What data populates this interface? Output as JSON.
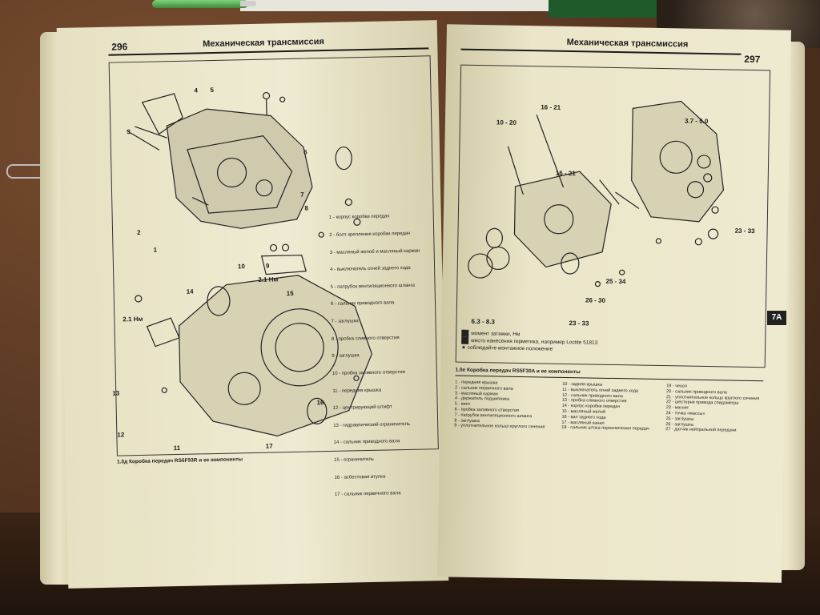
{
  "left_page": {
    "page_number": "296",
    "title": "Механическая трансмиссия",
    "figure_caption": "1.0д Коробка передач RS6F93R и ее компоненты",
    "torque_label_1": "2.1 Нм",
    "torque_label_2": "2.1 Нм",
    "callouts": [
      "1",
      "2",
      "3",
      "4",
      "5",
      "6",
      "7",
      "8",
      "9",
      "10",
      "11",
      "12",
      "13",
      "14",
      "15",
      "16",
      "17"
    ],
    "legend": [
      "1 - корпус коробки передач",
      "2 - болт крепления коробки передач",
      "3 - масляный желоб и масляный карман",
      "4 - выключатель огней заднего хода",
      "5 - патрубок вентиляционного шланга",
      "6 - сальник приводного вала",
      "7 - заглушка",
      "8 - пробка сливного отверстия",
      "9 - заглушка",
      "10 - пробка заливного отверстия",
      "11 - передняя крышка",
      "12 - центрирующий штифт",
      "13 - гидравлический ограничитель",
      "14 - сальник приводного вала",
      "15 - ограничитель",
      "16 - асбестовая втулка",
      "17 - сальник первичного вала"
    ]
  },
  "right_page": {
    "page_number": "297",
    "title": "Механическая трансмиссия",
    "tab": "7A",
    "torques": [
      "16 - 21",
      "10 - 20",
      "3.7 - 5.0",
      "16 - 21",
      "23 - 33",
      "25 - 34",
      "26 - 30",
      "23 - 33",
      "6.3 - 8.3"
    ],
    "symbol_legend": [
      "момент затяжки, Нм",
      "место нанесения герметика, например Loctite 51813",
      "соблюдайте монтажное положение"
    ],
    "figure_caption": "1.0е Коробка передач RS5F30A и ее компоненты",
    "legend_col1": [
      "1 - передняя крышка",
      "2 - сальник первичного вала",
      "3 - масляный карман",
      "4 - держатель подшипника",
      "5 - винт",
      "6 - пробка заливного отверстия",
      "7 - патрубок вентиляционного шланга",
      "8 - заглушка",
      "9 - уплотнительное кольцо круглого сечения"
    ],
    "legend_col2": [
      "10 - задняя крышка",
      "11 - выключатель огней заднего хода",
      "12 - сальник приводного вала",
      "13 - пробка сливного отверстия",
      "14 - корпус коробки передач",
      "15 - масляный желоб",
      "16 - вал заднего хода",
      "17 - масляный канал",
      "18 - сальник штока переключения передач"
    ],
    "legend_col3": [
      "19 - чехол",
      "20 - сальник приводного вала",
      "21 - уплотнительное кольцо круглого сечения",
      "22 - шестерня привода спидометра",
      "23 - магнит",
      "24 - точка «массы»",
      "25 - заглушка",
      "26 - заглушка",
      "27 - датчик нейтральной передачи"
    ]
  },
  "colors": {
    "paper": "#eeead0",
    "ink": "#1b1b1b",
    "desk": "#5a3a24"
  }
}
